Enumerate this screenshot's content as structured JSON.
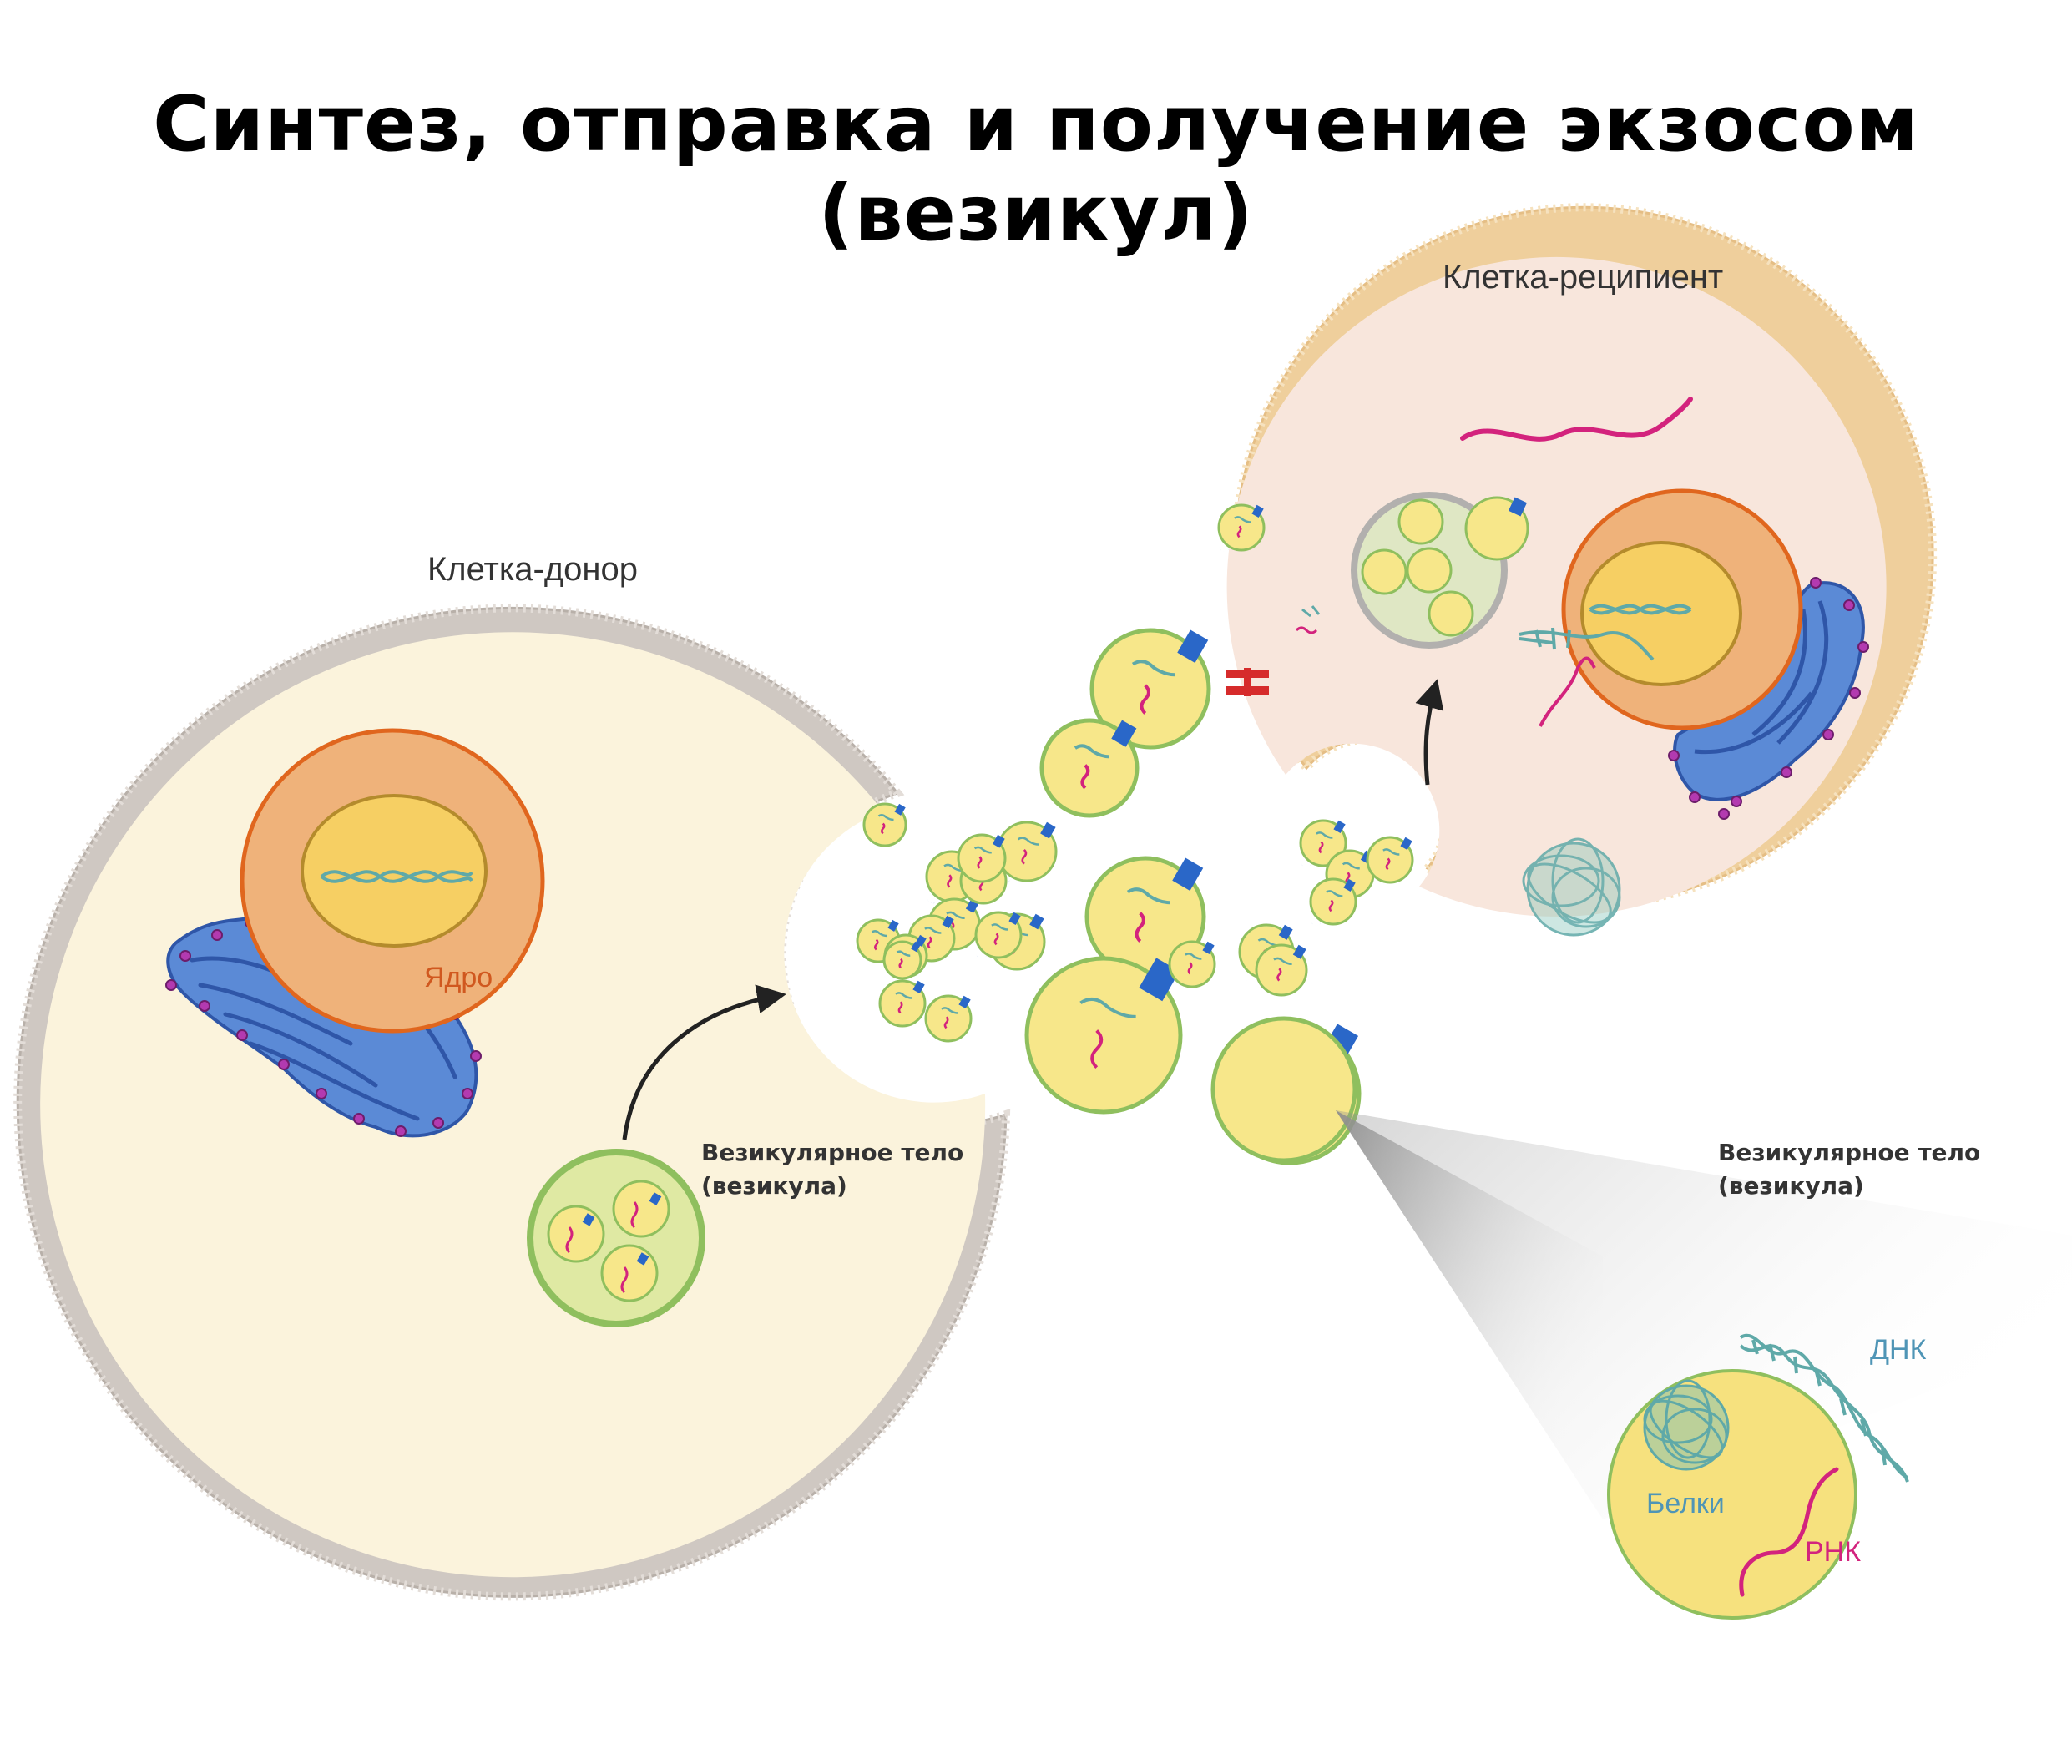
{
  "title": "Синтез, отправка и получение экзосом (везикул)",
  "labels": {
    "donor_cell": "Клетка-донор",
    "recipient_cell": "Клетка-реципиент",
    "nucleus": "Ядро",
    "vesicle_body_line1": "Везикулярное тело",
    "vesicle_body_line2": "(везикула)",
    "dna": "ДНК",
    "proteins": "Белки",
    "rna": "РНК"
  },
  "colors": {
    "membrane": "#c9c2bc",
    "donor_cytoplasm": "#fbf3dc",
    "recipient_membrane": "#efcf9c",
    "recipient_cytoplasm": "#f8e6dc",
    "nucleus": "#efb27a",
    "nucleus_border": "#e0661e",
    "nucleolus": "#f6cf63",
    "vesicle_fill": "#f7e78a",
    "vesicle_border": "#8fbf5e",
    "er": "#4f7fd0",
    "dna": "#5fa9a8",
    "rna": "#d3237d",
    "receptor": "#2a67c8",
    "red_receptor": "#d62b2b"
  }
}
